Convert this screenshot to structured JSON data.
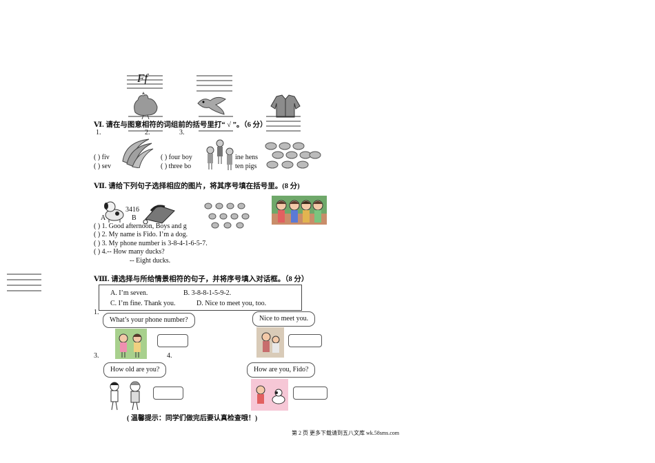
{
  "staffs": {
    "staff1_letters": "Ff",
    "item1": "1.",
    "item2": "2.",
    "item3": "3."
  },
  "section6": {
    "title": "Ⅵ. 请在与图意相符的词组前的括号里打“ √ ”。（6 分）",
    "row1": [
      "(    )  fiv",
      "(    )  four boy",
      "ine hens"
    ],
    "row2": [
      "(    )  sev",
      "(    )  three bo",
      "ten pigs"
    ]
  },
  "section7": {
    "title": "Ⅶ. 请给下列句子选择相应的图片，将其序号填在括号里。(8 分)",
    "label_fragment": "3416",
    "label_a": "A",
    "label_b": "B",
    "items": [
      "(      )  1. Good afternoon, Boys and g",
      "(      )  2. My name is Fido. I’m a dog.",
      "(      )  3. My phone number is 3-8-4-1-6-5-7.",
      "(      )  4.-- How many ducks?"
    ],
    "answer4": "-- Eight ducks."
  },
  "section8": {
    "title": "Ⅷ. 请选择与所给情景相符的句子，并将序号填入对话框。（8 分）",
    "options": [
      "A. I’m seven.",
      "B. 3-8-8-1-5-9-2.",
      "C. I’m fine. Thank you.",
      "D. Nice to meet you, too."
    ],
    "num1": "1.",
    "num3": "3.",
    "num4": "4.",
    "bubble1": "What’s your phone number?",
    "bubble2": "Nice to meet you.",
    "bubble3": "How old are you?",
    "bubble4": "How are you, Fido?"
  },
  "tip": "( 温馨提示：同学们做完后要认真检查哦！)",
  "footer": "第 2 页 更多下载请到五八文库 wk.58sms.com"
}
